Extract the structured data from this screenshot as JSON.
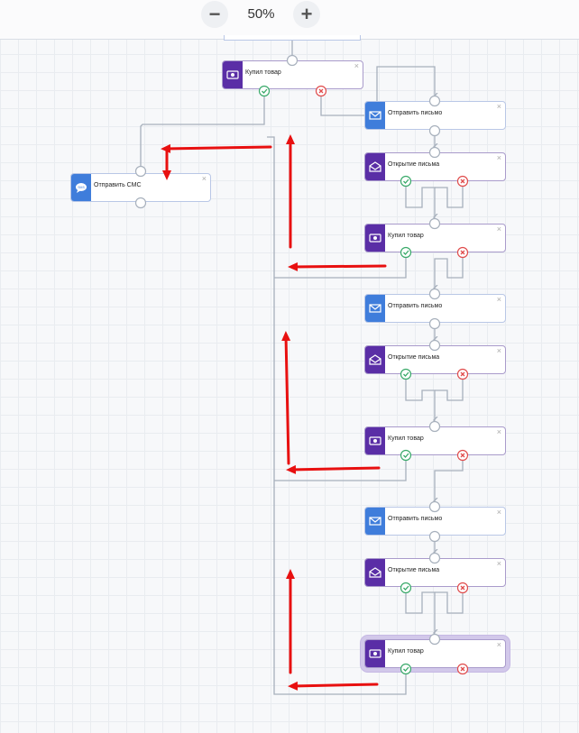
{
  "toolbar": {
    "zoom_out_label": "−",
    "zoom_level": "50%",
    "zoom_in_label": "+"
  },
  "nodes": {
    "bought_1": {
      "label": "Купил товар",
      "close": "×"
    },
    "send_sms": {
      "label": "Отправить СМС",
      "close": "×"
    },
    "send_email_1": {
      "label": "Отправить письмо",
      "close": "×"
    },
    "open_email_1": {
      "label": "Открытие письма",
      "close": "×"
    },
    "bought_2": {
      "label": "Купил товар",
      "close": "×"
    },
    "send_email_2": {
      "label": "Отправить письмо",
      "close": "×"
    },
    "open_email_2": {
      "label": "Открытие письма",
      "close": "×"
    },
    "bought_3": {
      "label": "Купил товар",
      "close": "×"
    },
    "send_email_3": {
      "label": "Отправить письмо",
      "close": "×"
    },
    "open_email_3": {
      "label": "Открытие письма",
      "close": "×"
    },
    "bought_4": {
      "label": "Купил товар",
      "close": "×"
    }
  },
  "icons": {
    "bought": "money-bill-icon",
    "send_email": "envelope-icon",
    "open_email": "open-envelope-icon",
    "send_sms": "sms-bubble-icon"
  },
  "colors": {
    "blue_block": "#3f7ddb",
    "purple_block": "#5a2ea6",
    "yes_port": "#3aaa6a",
    "no_port": "#e04b4b",
    "annotation_arrow": "#e81010",
    "connector": "#a7b0bc",
    "selection": "#d2c8ea"
  }
}
